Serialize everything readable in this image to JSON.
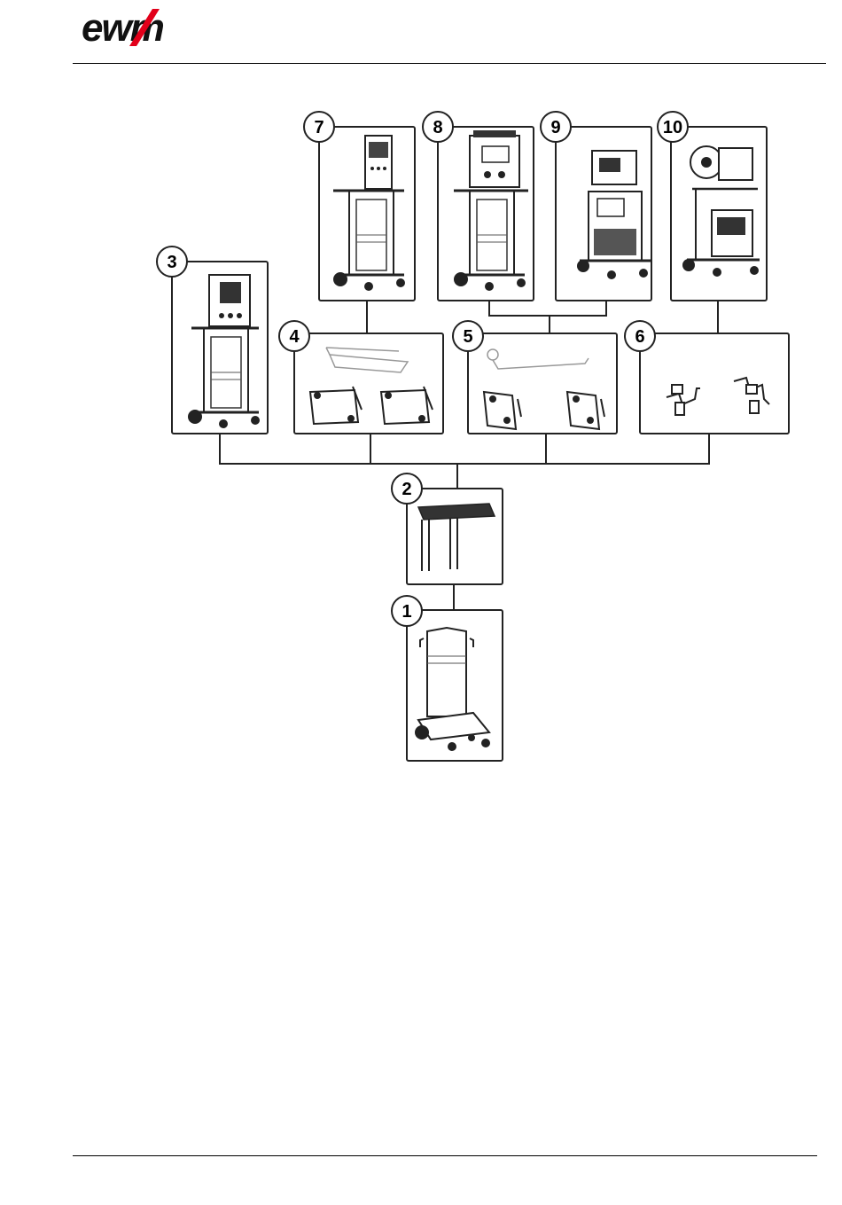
{
  "brand": {
    "logo_text": "ewm",
    "color": "#e2001a"
  },
  "diagram": {
    "components": [
      {
        "number": "1",
        "subject": "base-trolley"
      },
      {
        "number": "2",
        "subject": "tray-with-uprights"
      },
      {
        "number": "3",
        "subject": "trolley-with-compact-power-source"
      },
      {
        "number": "4",
        "subject": "mounting-brackets"
      },
      {
        "number": "5",
        "subject": "mounting-plates"
      },
      {
        "number": "6",
        "subject": "fastening-brackets"
      },
      {
        "number": "7",
        "subject": "trolley-with-power-source"
      },
      {
        "number": "8",
        "subject": "trolley-with-power-source"
      },
      {
        "number": "9",
        "subject": "trolley-with-power-source-and-wire-feeder"
      },
      {
        "number": "10",
        "subject": "trolley-with-power-source-and-wire-feeder"
      }
    ]
  }
}
